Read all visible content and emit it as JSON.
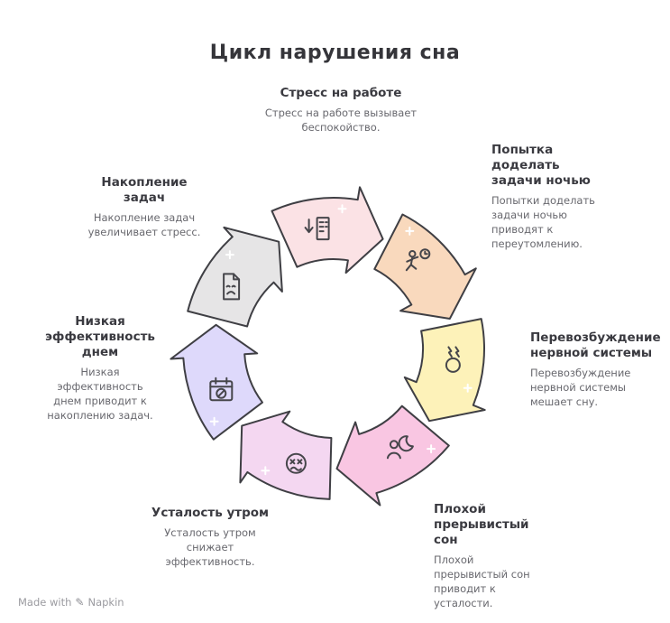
{
  "title": "Цикл нарушения сна",
  "outline_color": "#3f3f44",
  "footer": {
    "made_with": "Made with",
    "logo_glyph": "✎",
    "brand": "Napkin"
  },
  "segments": [
    {
      "id": "stress-at-work",
      "heading": "Стресс на работе",
      "description": "Стресс на работе вызывает беспокойство.",
      "color": "#fbe2e5",
      "icon": "building-down-arrow-icon"
    },
    {
      "id": "night-task-attempts",
      "heading": "Попытка доделать задачи ночью",
      "description": "Попытки доделать задачи ночью приводят к переутомлению.",
      "color": "#f9d9bd",
      "icon": "running-person-clock-icon"
    },
    {
      "id": "nervous-system-overexcitation",
      "heading": "Перевозбуждение нервной системы",
      "description": "Перевозбуждение нервной системы мешает сну.",
      "color": "#fdf2b9",
      "icon": "head-lightning-icon"
    },
    {
      "id": "poor-interrupted-sleep",
      "heading": "Плохой прерывистый сон",
      "description": "Плохой прерывистый сон приводит к усталости.",
      "color": "#f9c6e2",
      "icon": "person-moon-icon"
    },
    {
      "id": "morning-fatigue",
      "heading": "Усталость утром",
      "description": "Усталость утром снижает эффективность.",
      "color": "#f4d7f1",
      "icon": "dizzy-face-icon"
    },
    {
      "id": "low-daytime-efficiency",
      "heading": "Низкая эффективность днем",
      "description": "Низкая эффективность днем приводит к накоплению задач.",
      "color": "#ded9fb",
      "icon": "calendar-blocked-icon"
    },
    {
      "id": "task-accumulation",
      "heading": "Накопление задач",
      "description": "Накопление задач увеличивает стресс.",
      "color": "#e6e5e6",
      "icon": "sad-document-icon"
    }
  ]
}
